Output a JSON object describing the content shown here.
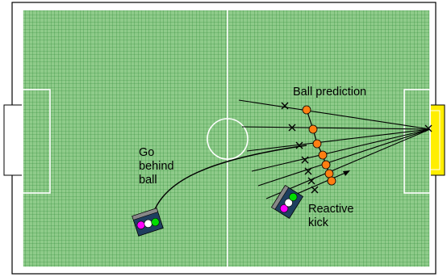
{
  "labels": {
    "ball_prediction": "Ball prediction",
    "go_behind_ball": [
      "Go",
      "behind",
      "ball"
    ],
    "reactive_kick": [
      "Reactive",
      "kick"
    ]
  },
  "colors": {
    "field": "#8fcb8a",
    "grid": "#2e8a36",
    "lines": "#ffffff",
    "outer_border": "#000000",
    "right_goal": "#ffee00",
    "left_goal": "#ffffff",
    "ball": "#ff7f12",
    "robot_body": "#1f3f5f",
    "robot_band": "#888888",
    "robot_magenta": "#ff00ff",
    "robot_white": "#ffffff",
    "robot_green": "#00dd00"
  },
  "icons": {
    "predicted_position_marker": "x-mark",
    "ball": "orange-circle",
    "robot": "robot-top-view"
  }
}
